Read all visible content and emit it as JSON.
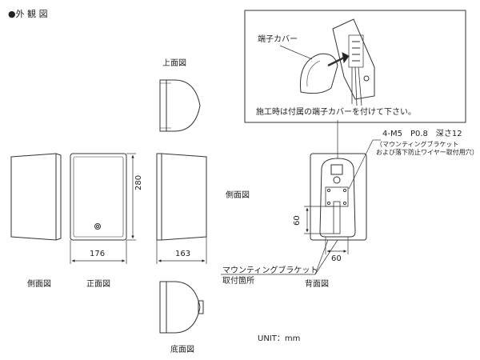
{
  "title": "●外 観 図",
  "views": {
    "top": "上面図",
    "side_right": "側面図",
    "side_left": "側面図",
    "front": "正面図",
    "bottom": "底面図",
    "back": "背面図"
  },
  "dimensions": {
    "height": "280",
    "width": "176",
    "depth": "163",
    "bracket_height": "60",
    "bracket_width": "60"
  },
  "terminal_cover": {
    "label": "端子カバー",
    "note": "施工時は付属の端子カバーを付けて下さい。"
  },
  "screw_note": {
    "spec": "4-M5　P0.8　深さ12",
    "sub_line1": "（マウンティングブラケット",
    "sub_line2": "および落下防止ワイヤー取付用穴）"
  },
  "bracket_note": {
    "line1": "マウンティングブラケット",
    "line2": "取付箇所"
  },
  "unit": "UNIT：mm"
}
